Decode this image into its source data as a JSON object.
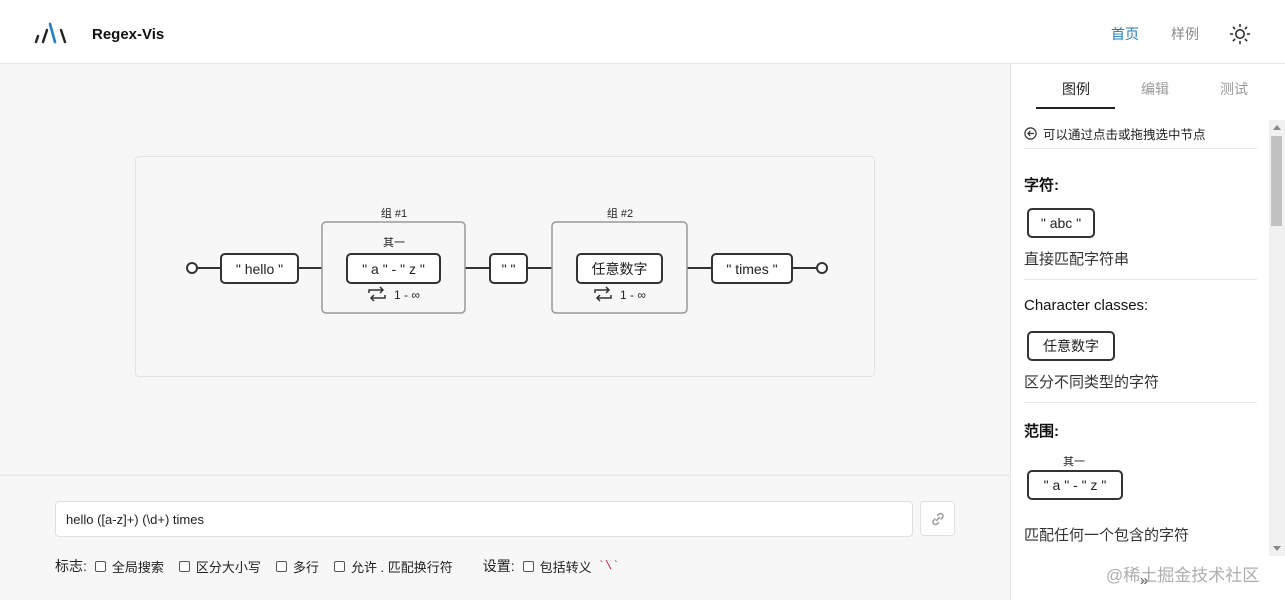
{
  "header": {
    "app_title": "Regex-Vis",
    "nav_home": "首页",
    "nav_samples": "样例",
    "logo_icon": "regex-vis-logo-icon",
    "theme_icon": "sun-icon",
    "accent_color": "#1f7ec4"
  },
  "diagram": {
    "nodes": {
      "hello": "\" hello \"",
      "range": "\" a \" - \" z \"",
      "space": "\" \"",
      "digit": "任意数字",
      "times": "\" times \""
    },
    "group1_label": "组 #1",
    "group2_label": "组 #2",
    "one_of_label": "其一",
    "repeat1": "1 - ∞",
    "repeat2": "1 - ∞"
  },
  "editor": {
    "regex_value": "hello ([a-z]+) (\\d+) times",
    "link_icon": "link-icon",
    "flags_label": "标志:",
    "flags": [
      "全局搜索",
      "区分大小写",
      "多行",
      "允许 . 匹配换行符"
    ],
    "settings_label": "设置:",
    "settings": [
      "包括转义"
    ],
    "escape_mark": "`\\`"
  },
  "side": {
    "tabs": [
      "图例",
      "编辑",
      "测试"
    ],
    "active_tab": "图例",
    "hint": "可以通过点击或拖拽选中节点",
    "sections": [
      {
        "title": "字符:",
        "node": "\" abc \"",
        "desc": "直接匹配字符串"
      },
      {
        "title": "Character classes:",
        "node": "任意数字",
        "desc": "区分不同类型的字符"
      },
      {
        "title": "范围:",
        "caption": "其一",
        "node": "\" a \" - \" z \"",
        "desc": "匹配任何一个包含的字符"
      }
    ],
    "collapse_icon": "double-chevron-right-icon"
  },
  "watermark": "@稀土掘金技术社区"
}
